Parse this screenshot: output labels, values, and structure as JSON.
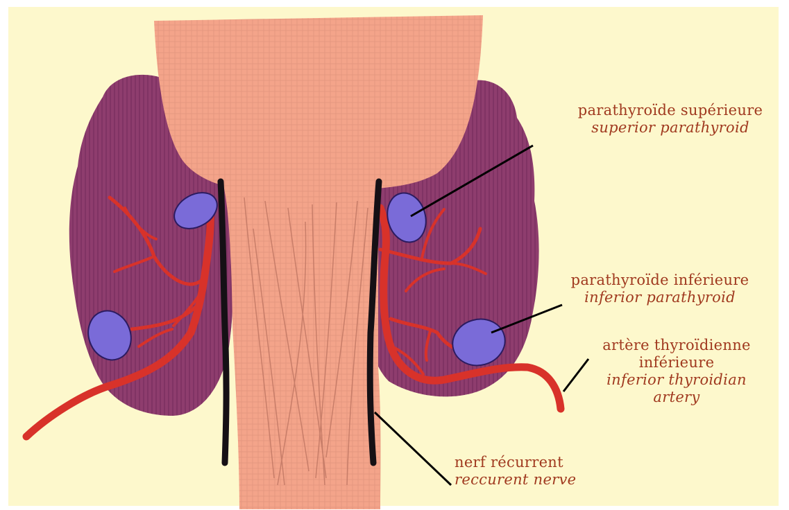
{
  "labels": {
    "superior_parathyroid": {
      "fr": "parathyroïde supérieure",
      "en": "superior parathyroid"
    },
    "inferior_parathyroid": {
      "fr": "parathyroïde inférieure",
      "en": "inferior parathyroid"
    },
    "inferior_thyroid_artery": {
      "fr_line1": "artère thyroïdienne",
      "fr_line2": "inférieure",
      "en_line1": "inferior thyroidian",
      "en_line2": "artery"
    },
    "recurrent_nerve": {
      "fr": "nerf récurrent",
      "en": "reccurent nerve"
    }
  },
  "colors": {
    "background": "#fdf8cc",
    "label_text": "#a0391f",
    "trachea": "#f4a48a",
    "thyroid_lobe": "#8e3d6e",
    "parathyroid": "#7a6bd8",
    "artery": "#d8322a",
    "nerve": "#151015"
  }
}
